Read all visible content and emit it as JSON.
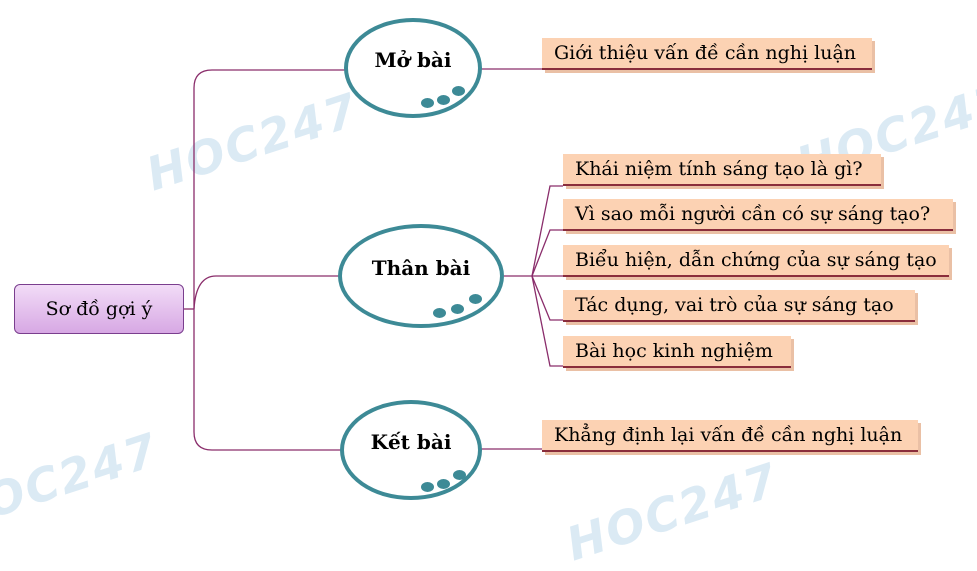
{
  "root": {
    "label": "Sơ đồ gợi ý"
  },
  "branches": [
    {
      "label": "Mở bài",
      "items": [
        "Giới thiệu vấn đề cần nghị luận"
      ]
    },
    {
      "label": "Thân bài",
      "items": [
        "Khái niệm tính sáng tạo là gì?",
        "Vì sao mỗi người cần có sự sáng tạo?",
        "Biểu hiện, dẫn chứng của sự sáng tạo",
        "Tác dụng, vai trò của sự sáng tạo",
        "Bài học kinh nghiệm"
      ]
    },
    {
      "label": "Kết bài",
      "items": [
        "Khẳng định lại vấn đề cần nghị luận"
      ]
    }
  ],
  "watermark": "HOC247",
  "colors": {
    "connector": "#8a2d6b",
    "oval_border": "#3d8a96",
    "leaf_fill": "#fcd2b3",
    "leaf_underline": "#8a2d3b",
    "root_fill": "#e2b9ec"
  }
}
